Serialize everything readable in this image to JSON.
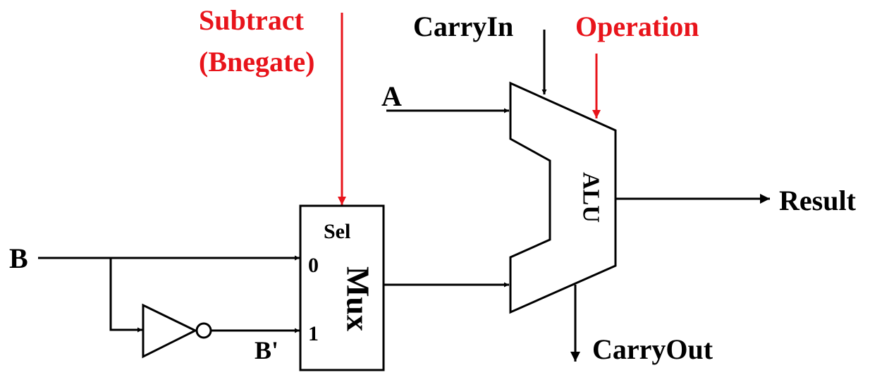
{
  "labels": {
    "subtract_line1": "Subtract",
    "subtract_line2": "(Bnegate)",
    "carry_in": "CarryIn",
    "operation": "Operation",
    "input_a": "A",
    "input_b": "B",
    "b_prime": "B'",
    "mux_sel": "Sel",
    "mux_in0": "0",
    "mux_in1": "1",
    "mux_name": "Mux",
    "alu_name": "ALU",
    "result": "Result",
    "carry_out": "CarryOut"
  },
  "colors": {
    "control_signal": "#e8141b",
    "wire": "#000000",
    "text": "#000000"
  }
}
